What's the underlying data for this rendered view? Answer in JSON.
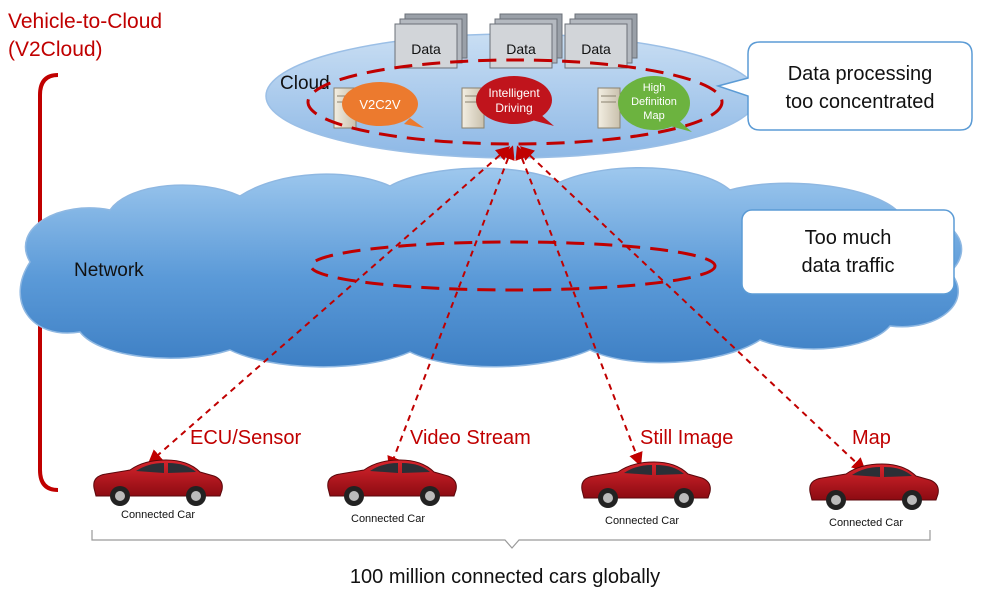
{
  "title": {
    "line1": "Vehicle-to-Cloud",
    "line2": "(V2Cloud)"
  },
  "cloud": {
    "label": "Cloud",
    "data_docs": [
      "Data",
      "Data",
      "Data"
    ],
    "services": [
      {
        "lines": [
          "V2C2V"
        ],
        "color": "#ec7a2e"
      },
      {
        "lines": [
          "Intelligent",
          "Driving"
        ],
        "color": "#c0141c"
      },
      {
        "lines": [
          "High",
          "Definition",
          "Map"
        ],
        "color": "#6cb33f"
      }
    ]
  },
  "network": {
    "label": "Network"
  },
  "callouts": {
    "processing": [
      "Data processing",
      "too concentrated"
    ],
    "traffic": [
      "Too much",
      "data traffic"
    ]
  },
  "flows": [
    "ECU/Sensor",
    "Video Stream",
    "Still Image",
    "Map"
  ],
  "cars": [
    {
      "label": "Connected Car"
    },
    {
      "label": "Connected Car"
    },
    {
      "label": "Connected Car"
    },
    {
      "label": "Connected Car"
    }
  ],
  "footer": "100 million connected cars globally",
  "colors": {
    "accent_red": "#c00000",
    "cloud_blue": "#4f93d2",
    "car_red": "#b0121b",
    "callout_border": "#5b9bd5"
  }
}
